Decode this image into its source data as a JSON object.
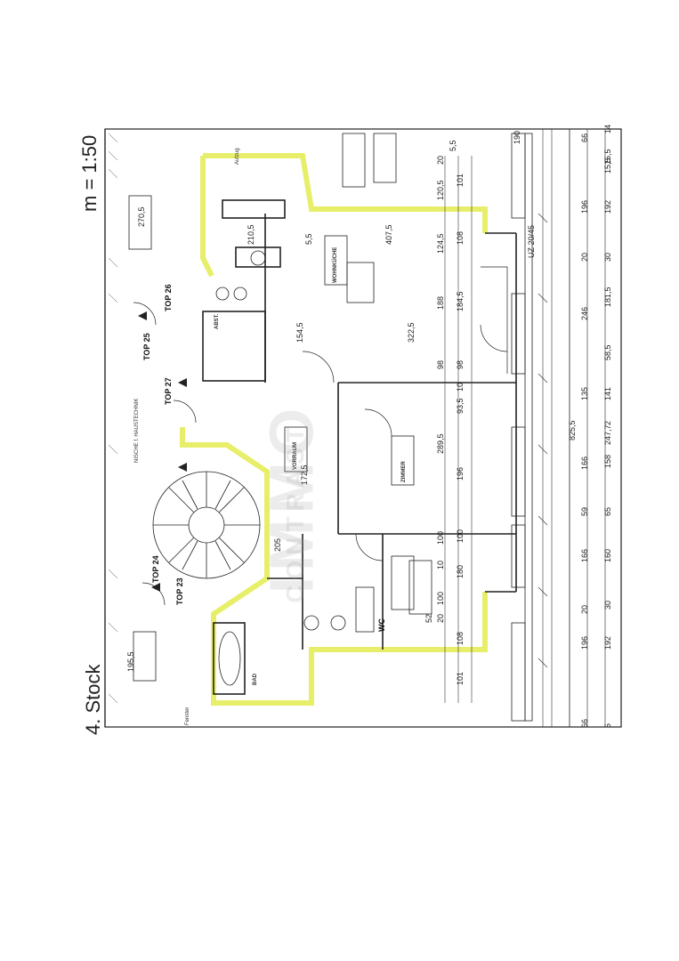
{
  "header": {
    "scale": "m = 1:50",
    "floor": "4. Stock"
  },
  "watermark": {
    "main": "IMMO",
    "sub": "CONTRAST"
  },
  "colors": {
    "wall_highlight": "#e7ef6a",
    "line": "#222222",
    "paper": "#ffffff"
  },
  "tops": [
    "TOP 26",
    "TOP 25",
    "TOP 27",
    "TOP 24",
    "TOP 23"
  ],
  "overall_dims": {
    "total": "825,5",
    "bottom_row": [
      "66",
      "196",
      "20",
      "246",
      "135",
      "166",
      "59",
      "166",
      "20",
      "196",
      "66"
    ],
    "bottom_row2": [
      "5",
      "192",
      "30",
      "181,5",
      "58,5",
      "141",
      "2",
      "158",
      "65",
      "160",
      "30",
      "192",
      "15,5"
    ],
    "bottom_row3": [
      "247,7"
    ],
    "right_col": [
      "190",
      "20",
      "5,5",
      "15,5",
      "14"
    ]
  },
  "room_dims": {
    "d1": "120,5",
    "d2": "124,5",
    "d3": "188",
    "d4": "98",
    "d5": "93,5",
    "d6": "196",
    "d7": "100",
    "d8": "180",
    "d9": "100",
    "d10": "52",
    "d11": "101",
    "d12": "108",
    "d13": "184,5",
    "d14": "98",
    "d15": "10",
    "d16": "289,5",
    "d17": "100",
    "d18": "10",
    "d19": "108",
    "d20": "101",
    "d21": "407,5",
    "d22": "322,5",
    "d23": "154,5",
    "d24": "210,5",
    "d25": "270,5",
    "d26": "195,5",
    "d27": "172,5",
    "d28": "205",
    "d29": "5,5",
    "d30": "20"
  },
  "texts": {
    "t1": "UZ 20/45",
    "t2": "Aufzug",
    "t3": "NISCHE f. HAUSTECHNIK",
    "t4": "Fenster",
    "t5": "WC",
    "t6": "BAD",
    "t7": "ZIMMER",
    "t8": "VORRAUM",
    "t9": "WOHNKÜCHE",
    "t10": "ABST."
  }
}
